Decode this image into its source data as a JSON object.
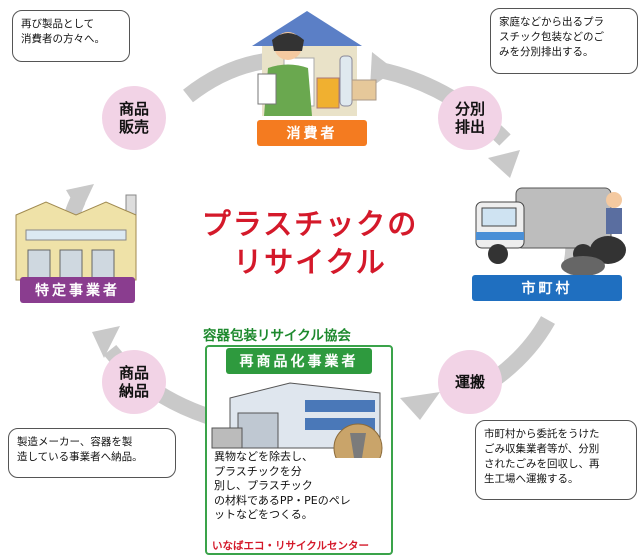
{
  "title": {
    "line1": "プラスチックの",
    "line2": "リサイクル"
  },
  "nodes": {
    "consumer": "消費者",
    "municipality": "市町村",
    "business": "特定事業者",
    "recycler": "再商品化事業者"
  },
  "steps": {
    "sale": [
      "商品",
      "販売"
    ],
    "sort": [
      "分別",
      "排出"
    ],
    "transport": "運搬",
    "delivery": [
      "商品",
      "納品"
    ]
  },
  "association": "容器包装リサイクル協会",
  "bubbles": {
    "top_left": [
      "再び製品として",
      "消費者の方々へ。"
    ],
    "top_right": [
      "家庭などから出るプラ",
      "スチック包装などのご",
      "みを分別排出する。"
    ],
    "bottom_left": [
      "製造メーカー、容器を製",
      "造している事業者へ納品。"
    ],
    "bottom_right": [
      "市町村から委託をうけた",
      "ごみ収集業者等が、分別",
      "されたごみを回収し、再",
      "生工場へ運搬する。"
    ]
  },
  "recycler_desc": [
    "異物などを除去し、",
    "プラスチックを分",
    "別し、プラスチック",
    "の材料であるPP・PEのペレ",
    "ットなどをつくる。"
  ],
  "center_name": "いなばエコ・リサイクルセンター",
  "colors": {
    "title_red": "#d4192a",
    "consumer_orange": "#f47b20",
    "municipality_blue": "#1f6fc0",
    "business_purple": "#8a3d8f",
    "recycler_green": "#2e9a3e",
    "step_pink": "#f2d3e6",
    "arrow_gray": "#c8c8c8"
  },
  "icons": [
    "consumer-illustration",
    "garbage-truck-illustration",
    "factory-illustration",
    "recycling-plant-illustration"
  ]
}
